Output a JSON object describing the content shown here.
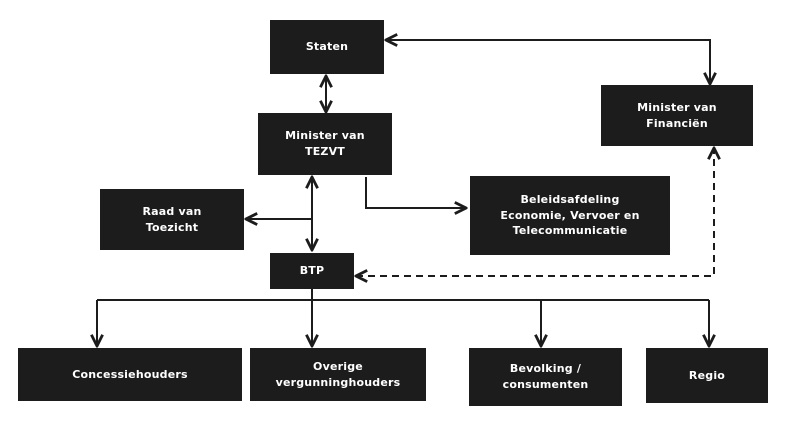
{
  "diagram": {
    "colors": {
      "box": "#1c1c1c",
      "text": "#ffffff",
      "line": "#1c1c1c"
    },
    "nodes": {
      "staten": "Staten",
      "minister_tezvt": "Minister van\nTEZVT",
      "minister_financien": "Minister van\nFinanciën",
      "raad_van_toezicht": "Raad van\nToezicht",
      "beleidsafdeling": "Beleidsafdeling\nEconomie, Vervoer en\nTelecommunicatie",
      "btp": "BTP",
      "concessiehouders": "Concessiehouders",
      "overige_vergunninghouders": "Overige\nvergunninghouders",
      "bevolking_consumenten": "Bevolking /\nconsumenten",
      "regio": "Regio"
    }
  }
}
